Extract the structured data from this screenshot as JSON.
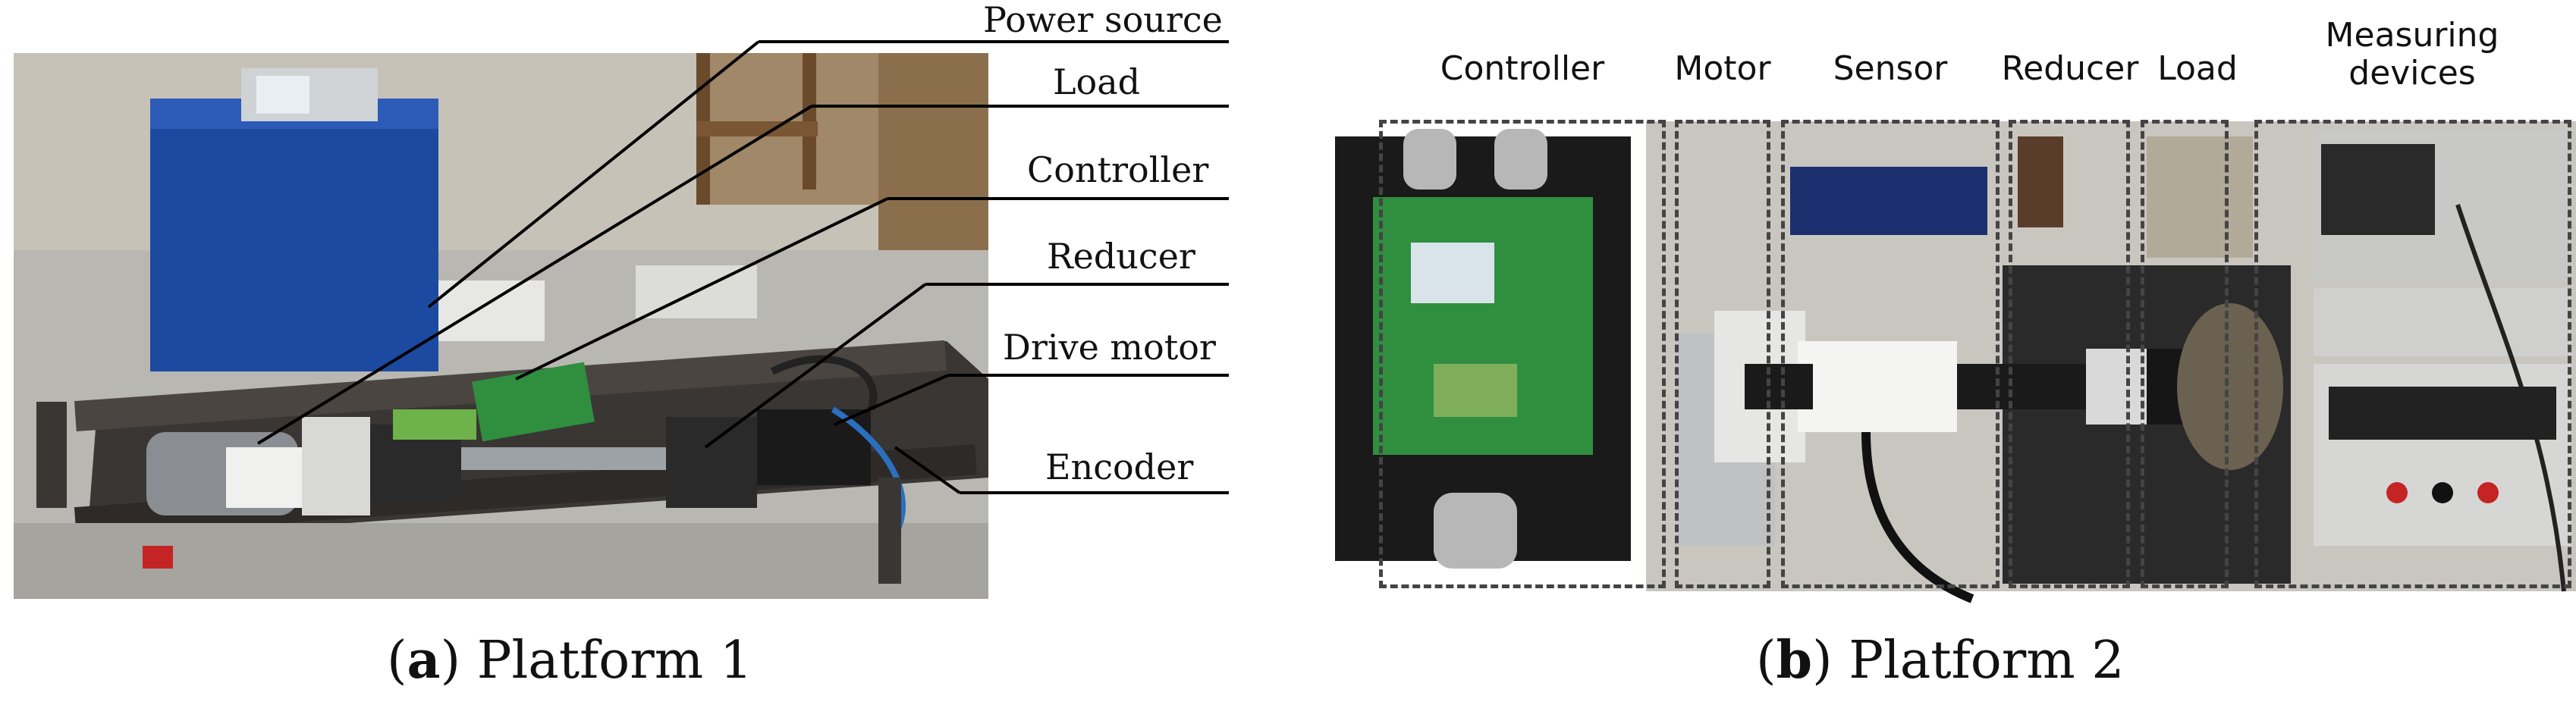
{
  "panel_a": {
    "caption_letter": "a",
    "caption_text": " Platform 1",
    "labels": [
      "Power source",
      "Load",
      "Controller",
      "Reducer",
      "Drive motor",
      "Encoder"
    ]
  },
  "panel_b": {
    "caption_letter": "b",
    "caption_text": " Platform 2",
    "sections": [
      "Controller",
      "Motor",
      "Sensor",
      "Reducer",
      "Load",
      "Measuring devices"
    ]
  },
  "colors": {
    "floor": "#b9b7b1",
    "cabinet": "#1c4aa0",
    "bench": "#3a3633",
    "pcb": "#2f8f3f",
    "enclosure": "#1a1a1a",
    "table": "#c9c6c0"
  }
}
